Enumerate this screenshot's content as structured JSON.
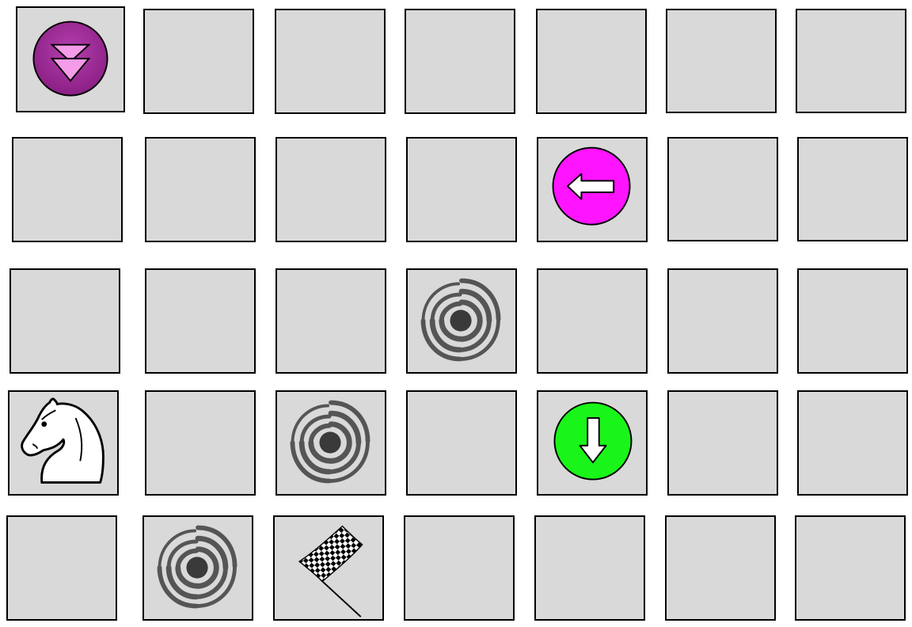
{
  "board": {
    "rows": 5,
    "cols": 7,
    "tile_color": "#d9d9d9",
    "border_color": "#000000",
    "pieces": [
      {
        "row": 0,
        "col": 0,
        "type": "double-down-chevron",
        "color": "#9c2a96",
        "accent": "#f59be8"
      },
      {
        "row": 1,
        "col": 4,
        "type": "arrow-left",
        "color": "#ff14ff"
      },
      {
        "row": 2,
        "col": 3,
        "type": "vortex",
        "color": "#555555"
      },
      {
        "row": 3,
        "col": 0,
        "type": "knight",
        "color": "#ffffff"
      },
      {
        "row": 3,
        "col": 2,
        "type": "vortex",
        "color": "#555555"
      },
      {
        "row": 3,
        "col": 4,
        "type": "arrow-down",
        "color": "#19f519"
      },
      {
        "row": 4,
        "col": 1,
        "type": "vortex",
        "color": "#555555"
      },
      {
        "row": 4,
        "col": 2,
        "type": "checkered-flag",
        "color": "#000000"
      }
    ]
  }
}
